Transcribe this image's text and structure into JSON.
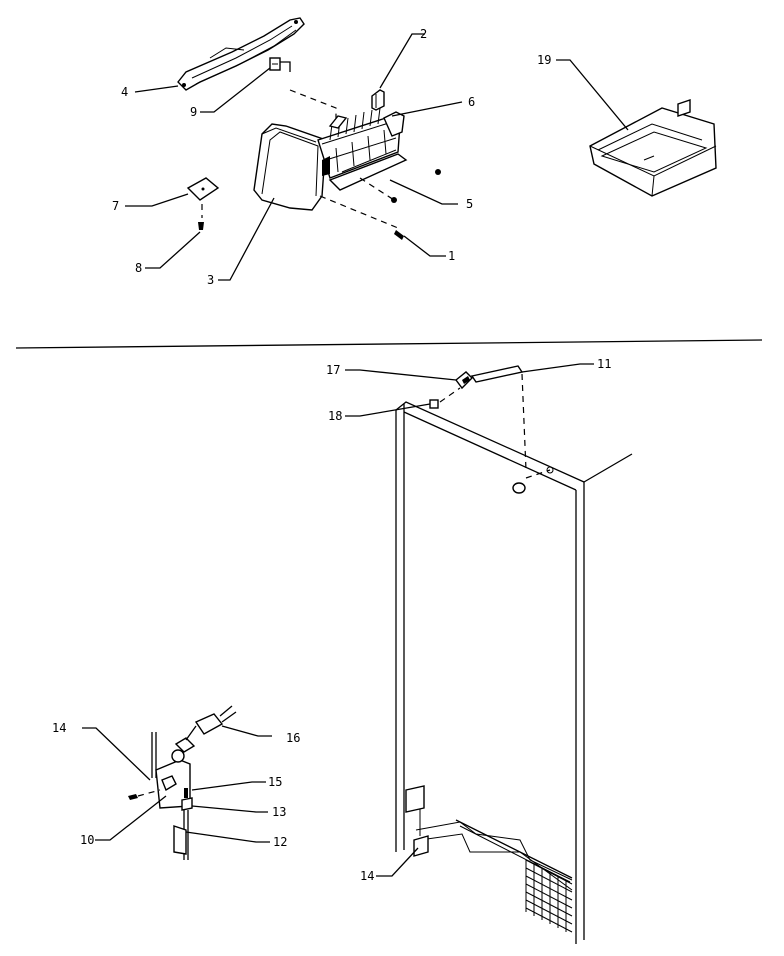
{
  "callouts": {
    "c1": "1",
    "c2": "2",
    "c3": "3",
    "c4": "4",
    "c5": "5",
    "c6": "6",
    "c7": "7",
    "c8": "8",
    "c9": "9",
    "c10": "10",
    "c11": "11",
    "c12": "12",
    "c13": "13",
    "c14a": "14",
    "c14b": "14",
    "c15": "15",
    "c16": "16",
    "c17": "17",
    "c18": "18",
    "c19": "19"
  }
}
